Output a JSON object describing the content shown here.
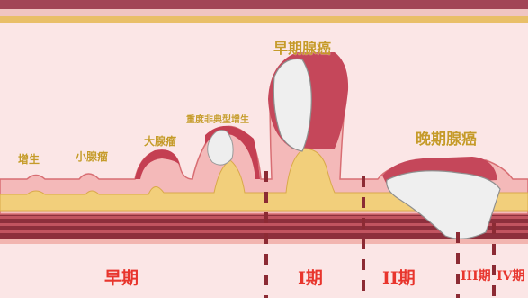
{
  "labels": {
    "hyperplasia": "增生",
    "small_adenoma": "小腺瘤",
    "large_adenoma": "大腺瘤",
    "severe_atypical_hyperplasia": "重度非典型增生",
    "early_adenocarcinoma": "早期腺癌",
    "late_adenocarcinoma": "晚期腺癌"
  },
  "stages": {
    "early": "早期",
    "stage_1": "I期",
    "stage_2": "II期",
    "stage_3": "III期",
    "stage_4": "IV期"
  },
  "colors": {
    "background": "#fbe6e6",
    "mucosa": "#f4b9b9",
    "submucosa": "#f2cf7b",
    "muscle": "#a13c49",
    "tumor": "#eeeeee",
    "stage_label": "#e8352d",
    "lesion_label": "#c69a2a"
  }
}
